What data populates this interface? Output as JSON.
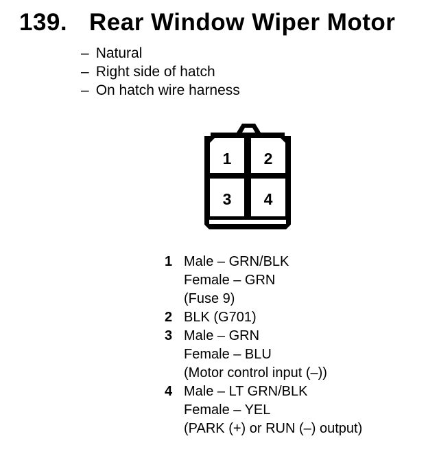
{
  "header": {
    "number": "139.",
    "title": "Rear Window Wiper Motor"
  },
  "notes": {
    "dash": "–",
    "items": [
      "Natural",
      "Right side of hatch",
      "On hatch wire harness"
    ]
  },
  "connector": {
    "pins": [
      {
        "number": "1"
      },
      {
        "number": "2"
      },
      {
        "number": "3"
      },
      {
        "number": "4"
      }
    ]
  },
  "pin_list": [
    {
      "pin": "1",
      "lines": [
        "Male – GRN/BLK",
        "Female – GRN",
        "(Fuse 9)"
      ]
    },
    {
      "pin": "2",
      "lines": [
        "BLK (G701)"
      ]
    },
    {
      "pin": "3",
      "lines": [
        "Male – GRN",
        "Female – BLU",
        "(Motor control input (–))"
      ]
    },
    {
      "pin": "4",
      "lines": [
        "Male – LT GRN/BLK",
        "Female – YEL",
        "(PARK (+) or RUN (–) output)"
      ]
    }
  ],
  "colors": {
    "text": "#000000",
    "background": "#ffffff"
  }
}
